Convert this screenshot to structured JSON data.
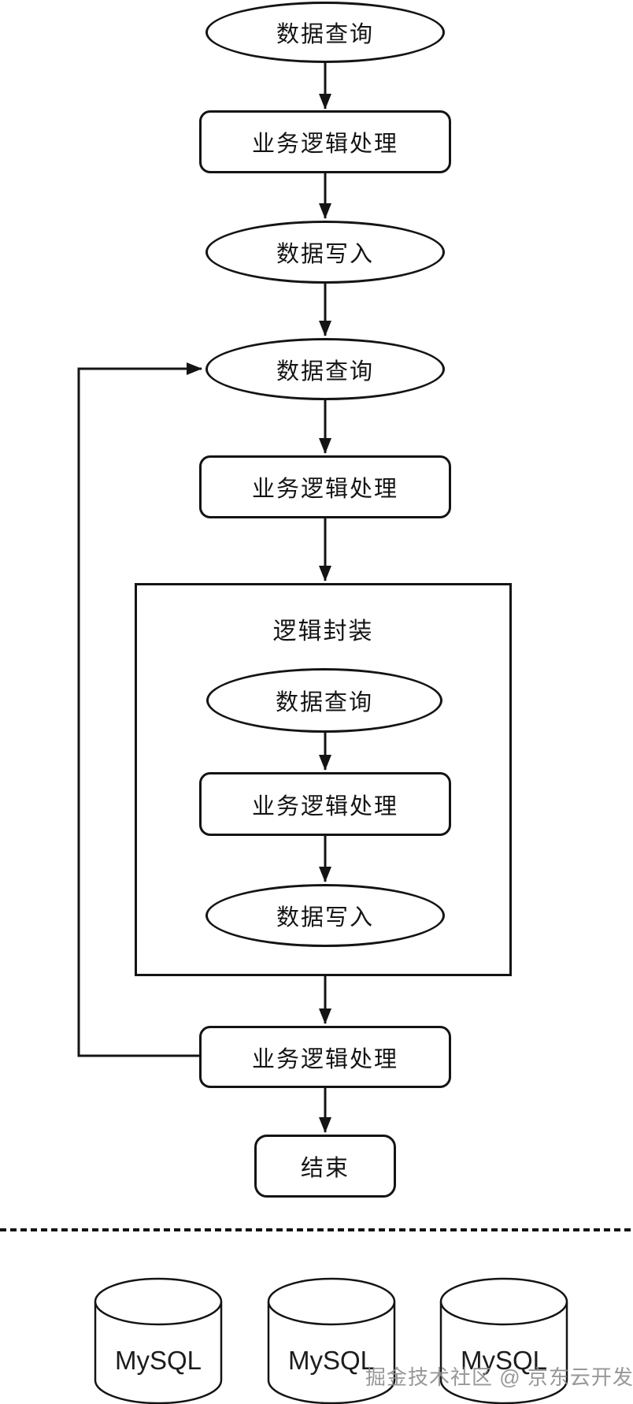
{
  "colors": {
    "ink": "#141414",
    "background": "#ffffff",
    "watermark": "#8f8f8f"
  },
  "flowchart": {
    "nodes": [
      {
        "type": "ellipse",
        "label": "数据查询"
      },
      {
        "type": "process",
        "label": "业务逻辑处理"
      },
      {
        "type": "ellipse",
        "label": "数据写入"
      },
      {
        "type": "ellipse",
        "label": "数据查询"
      },
      {
        "type": "process",
        "label": "业务逻辑处理"
      },
      {
        "type": "group",
        "label": "逻辑封装"
      },
      {
        "type": "ellipse",
        "label": "数据查询"
      },
      {
        "type": "process",
        "label": "业务逻辑处理"
      },
      {
        "type": "ellipse",
        "label": "数据写入"
      },
      {
        "type": "process",
        "label": "业务逻辑处理"
      },
      {
        "type": "terminal",
        "label": "结束"
      }
    ]
  },
  "databases": [
    {
      "label": "MySQL"
    },
    {
      "label": "MySQL"
    },
    {
      "label": "MySQL"
    }
  ],
  "watermark": {
    "text": "掘金技术社区 @ 京东云开发者"
  }
}
